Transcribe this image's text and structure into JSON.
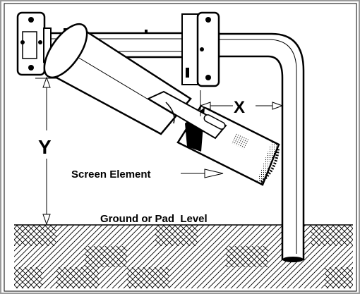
{
  "labels": {
    "y_dimension": "Y",
    "x_dimension": "X",
    "screen_element": "Screen Element",
    "ground_level": "Ground or Pad  Level"
  },
  "colors": {
    "ink": "#000000",
    "paper": "#ffffff",
    "frame": "#9a9a9a"
  }
}
